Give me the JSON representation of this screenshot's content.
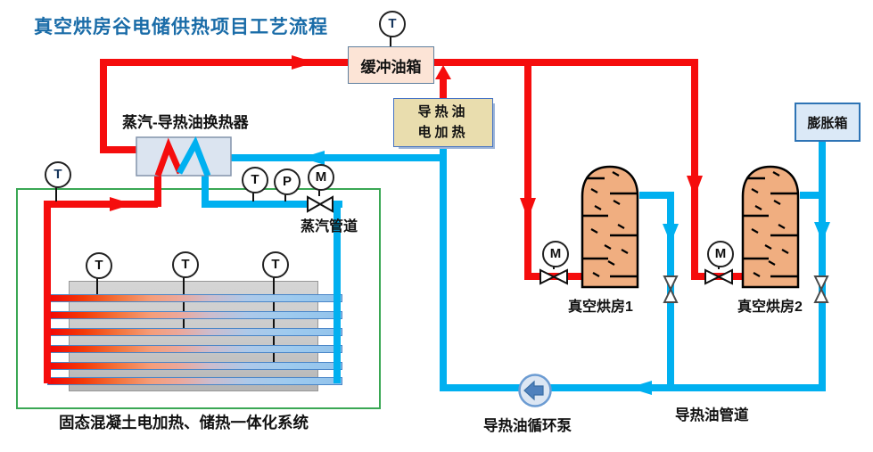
{
  "title": "真空烘房谷电储供热项目工艺流程",
  "colors": {
    "hot": "#f50d0d",
    "cold": "#00b0f0",
    "title": "#1a6ca8",
    "green": "#3aa754",
    "tank-fill": "#f0ae80",
    "buffer-fill": "#fce4d6",
    "heater-fill": "#e9ddae",
    "expansion-fill": "#dbe9f7",
    "hx-fill": "#dbe4f0",
    "pump-fill": "#dce6f3",
    "pump-arrow": "#4f81bd"
  },
  "equipment": {
    "buffer_tank": "缓冲油箱",
    "electric_heater_line1": "导热油",
    "electric_heater_line2": "电加热",
    "expansion_tank": "膨胀箱",
    "heat_exchanger": "蒸汽-导热油换热器",
    "drying_room_1": "真空烘房1",
    "drying_room_2": "真空烘房2",
    "storage_system": "固态混凝土电加热、储热一体化系统",
    "circulation_pump": "导热油循环泵"
  },
  "pipelines": {
    "steam": "蒸汽管道",
    "thermal_oil": "导热油管道"
  },
  "gauges": {
    "buffer_temp": "T",
    "hx_inlet_temp": "T",
    "steam_temp": "T",
    "steam_pressure": "P",
    "steam_valve_motor": "M",
    "storage_temp_1": "T",
    "storage_temp_2": "T",
    "storage_temp_3": "T",
    "room1_valve_motor": "M",
    "room2_valve_motor": "M"
  }
}
